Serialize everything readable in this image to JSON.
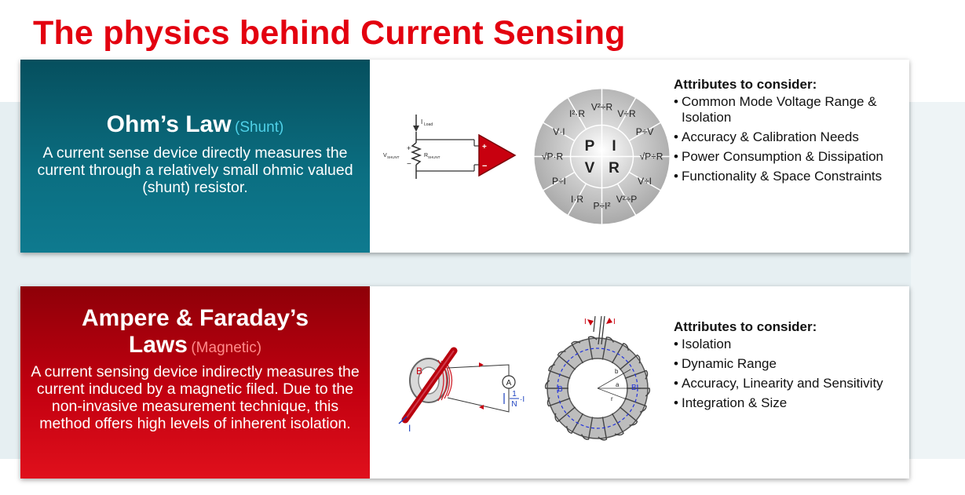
{
  "title": "The physics behind Current Sensing",
  "ohm": {
    "heading": "Ohm’s Law",
    "subheading": "(Shunt)",
    "description": "A current sense device directly measures the current through a relatively small ohmic valued (shunt) resistor.",
    "circuit_labels": {
      "iload": "I",
      "iload_sub": "Load",
      "vshunt": "V",
      "vshunt_sub": "SHUNT",
      "rshunt": "R",
      "rshunt_sub": "SHUNT",
      "plus": "+",
      "minus": "−",
      "op_plus": "+",
      "op_minus": "−"
    },
    "wheel": {
      "center": [
        "P",
        "I",
        "V",
        "R"
      ],
      "outer": [
        "V²÷R",
        "V÷R",
        "P÷V",
        "√P÷R",
        "V÷I",
        "V²÷P",
        "P÷I²",
        "I·R",
        "P÷I",
        "√P·R",
        "V·I",
        "I²·R"
      ]
    },
    "attributes_header": "Attributes to consider:",
    "attributes": [
      "Common Mode Voltage Range & Isolation",
      "Accuracy & Calibration Needs",
      "Power Consumption & Dissipation",
      "Functionality & Space Constraints"
    ]
  },
  "ampere": {
    "heading_line1": "Ampere & Faraday’s",
    "heading_line2": "Laws",
    "subheading": "(Magnetic)",
    "description": "A current sensing device indirectly measures the current induced by a magnetic filed. Due to the non-invasive measurement technique, this method offers high levels of inherent isolation.",
    "coil_labels": {
      "b": "B",
      "i": "I",
      "meter": "A",
      "formula_num": "1",
      "formula_den": "N",
      "formula_tail": "·I"
    },
    "toroid_labels": {
      "i_left": "I",
      "i_right": "I",
      "b_left": "B",
      "b_right": "B",
      "a": "a",
      "b": "b",
      "r": "r"
    },
    "attributes_header": "Attributes to consider:",
    "attributes": [
      "Isolation",
      "Dynamic Range",
      "Accuracy, Linearity and Sensitivity",
      "Integration & Size"
    ]
  },
  "colors": {
    "title_red": "#e3000f",
    "teal": "#0b6f82",
    "red": "#c30010"
  }
}
